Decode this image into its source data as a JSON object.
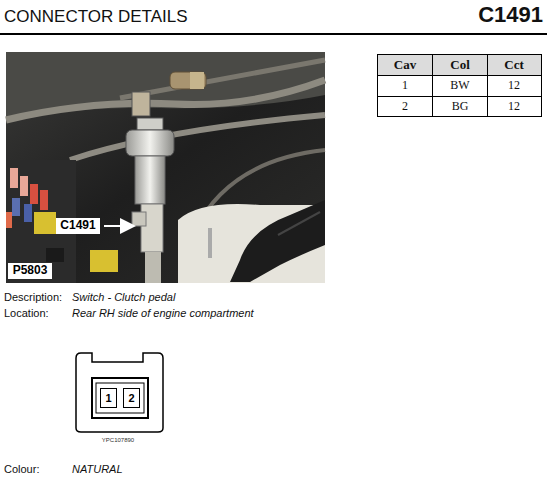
{
  "diagram": {
    "title": "CONNECTOR DETAILS",
    "nodes": [
      {
        "text": [
          "C1491"
        ]
      },
      {
        "text": [
          "P5803"
        ]
      },
      {
        "text": [
          "1"
        ]
      },
      {
        "text": [
          "2"
        ]
      }
    ],
    "labels": [
      "C1491",
      "Cav",
      "Col",
      "Cct",
      "1",
      "BW",
      "12",
      "2",
      "BG",
      "12",
      "Description:",
      "Switch - Clutch pedal",
      "Location:",
      "Rear RH side of engine compartment",
      "YPC107890",
      "Colour:",
      "NATURAL"
    ]
  }
}
